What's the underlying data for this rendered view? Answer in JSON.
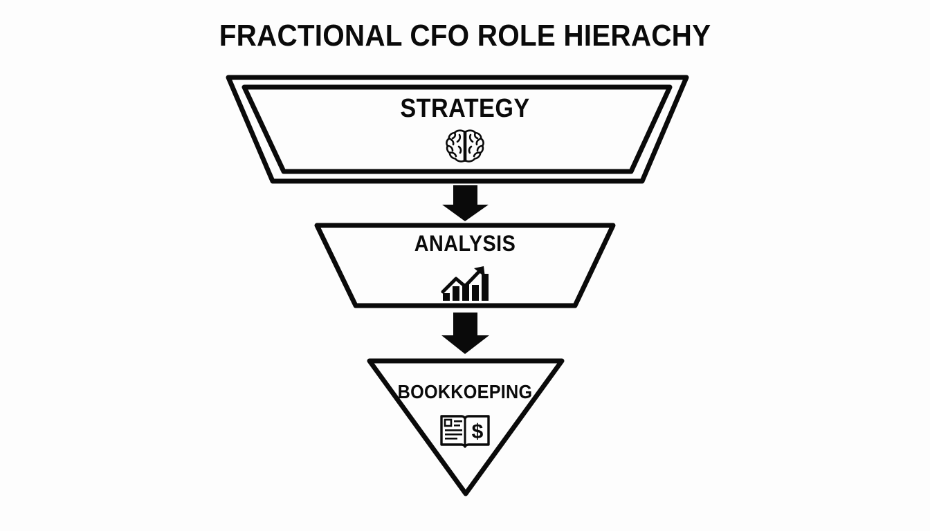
{
  "diagram": {
    "title": "FRACTIONAL CFO ROLE HIERACHY",
    "type": "inverted-funnel-hierarchy",
    "orientation": "top-to-bottom",
    "background_color": "#fdfdfd",
    "line_color": "#0a0a0a",
    "stages": [
      {
        "id": "strategy",
        "rank": 1,
        "label": "STRATEGY",
        "icon": "brain-icon",
        "shape": "rounded-trapezoid",
        "outline_style": "double",
        "width_rank": "widest"
      },
      {
        "id": "analysis",
        "rank": 2,
        "label": "ANALYSIS",
        "icon": "bar-chart-growth-icon",
        "shape": "rounded-trapezoid",
        "outline_style": "single",
        "width_rank": "medium"
      },
      {
        "id": "bookkeeping",
        "rank": 3,
        "label": "BOOKKOEPING",
        "icon": "open-book-dollar-icon",
        "shape": "rounded-inverted-triangle",
        "outline_style": "single",
        "width_rank": "narrowest"
      }
    ],
    "connectors": [
      {
        "id": "arrow-strategy-to-analysis",
        "icon": "arrow-down-icon",
        "from": "strategy",
        "to": "analysis"
      },
      {
        "id": "arrow-analysis-to-bookkeeping",
        "icon": "arrow-down-icon",
        "from": "analysis",
        "to": "bookkeeping"
      }
    ]
  }
}
